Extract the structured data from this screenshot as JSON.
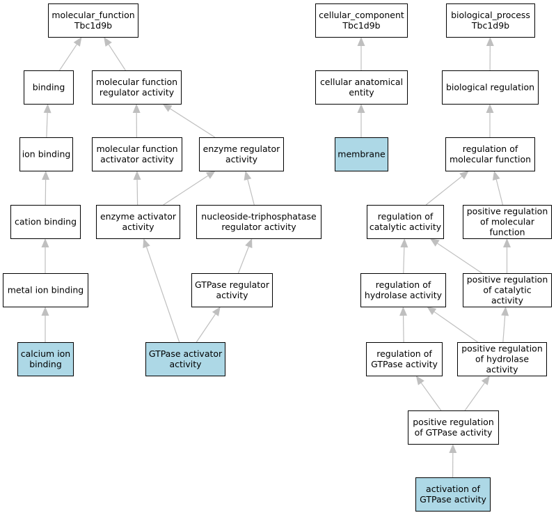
{
  "colors": {
    "highlight": "#add8e6",
    "normal": "#ffffff",
    "edge": "#bfbfbf",
    "border": "#000000"
  },
  "nodes": [
    {
      "id": "mf-root",
      "lines": [
        "molecular_function",
        "Tbc1d9b"
      ],
      "highlight": false
    },
    {
      "id": "binding",
      "lines": [
        "binding"
      ],
      "highlight": false
    },
    {
      "id": "mf-regulator",
      "lines": [
        "molecular function",
        "regulator activity"
      ],
      "highlight": false
    },
    {
      "id": "ion-binding",
      "lines": [
        "ion binding"
      ],
      "highlight": false
    },
    {
      "id": "mf-activator",
      "lines": [
        "molecular function",
        "activator activity"
      ],
      "highlight": false
    },
    {
      "id": "enzyme-regulator",
      "lines": [
        "enzyme regulator",
        "activity"
      ],
      "highlight": false
    },
    {
      "id": "cation-binding",
      "lines": [
        "cation binding"
      ],
      "highlight": false
    },
    {
      "id": "enzyme-activator",
      "lines": [
        "enzyme activator",
        "activity"
      ],
      "highlight": false
    },
    {
      "id": "ntpase-regulator",
      "lines": [
        "nucleoside-triphosphatase",
        "regulator activity"
      ],
      "highlight": false
    },
    {
      "id": "metal-ion-binding",
      "lines": [
        "metal ion binding"
      ],
      "highlight": false
    },
    {
      "id": "gtpase-regulator",
      "lines": [
        "GTPase regulator",
        "activity"
      ],
      "highlight": false
    },
    {
      "id": "calcium-ion-binding",
      "lines": [
        "calcium ion",
        "binding"
      ],
      "highlight": true
    },
    {
      "id": "gtpase-activator",
      "lines": [
        "GTPase activator",
        "activity"
      ],
      "highlight": true
    },
    {
      "id": "cc-root",
      "lines": [
        "cellular_component",
        "Tbc1d9b"
      ],
      "highlight": false
    },
    {
      "id": "cellular-anatomical-entity",
      "lines": [
        "cellular anatomical",
        "entity"
      ],
      "highlight": false
    },
    {
      "id": "membrane",
      "lines": [
        "membrane"
      ],
      "highlight": true
    },
    {
      "id": "bp-root",
      "lines": [
        "biological_process",
        "Tbc1d9b"
      ],
      "highlight": false
    },
    {
      "id": "biological-regulation",
      "lines": [
        "biological regulation"
      ],
      "highlight": false
    },
    {
      "id": "reg-molecular-function",
      "lines": [
        "regulation of",
        "molecular function"
      ],
      "highlight": false
    },
    {
      "id": "reg-catalytic",
      "lines": [
        "regulation of",
        "catalytic activity"
      ],
      "highlight": false
    },
    {
      "id": "pos-reg-molecular-function",
      "lines": [
        "positive regulation",
        "of molecular",
        "function"
      ],
      "highlight": false
    },
    {
      "id": "reg-hydrolase",
      "lines": [
        "regulation of",
        "hydrolase activity"
      ],
      "highlight": false
    },
    {
      "id": "pos-reg-catalytic",
      "lines": [
        "positive regulation",
        "of catalytic",
        "activity"
      ],
      "highlight": false
    },
    {
      "id": "reg-gtpase",
      "lines": [
        "regulation of",
        "GTPase activity"
      ],
      "highlight": false
    },
    {
      "id": "pos-reg-hydrolase",
      "lines": [
        "positive regulation",
        "of hydrolase",
        "activity"
      ],
      "highlight": false
    },
    {
      "id": "pos-reg-gtpase",
      "lines": [
        "positive regulation",
        "of GTPase activity"
      ],
      "highlight": false
    },
    {
      "id": "activation-gtpase",
      "lines": [
        "activation of",
        "GTPase activity"
      ],
      "highlight": true
    }
  ],
  "edges": [
    {
      "from": "binding",
      "to": "mf-root"
    },
    {
      "from": "mf-regulator",
      "to": "mf-root"
    },
    {
      "from": "ion-binding",
      "to": "binding"
    },
    {
      "from": "mf-activator",
      "to": "mf-regulator"
    },
    {
      "from": "enzyme-regulator",
      "to": "mf-regulator"
    },
    {
      "from": "cation-binding",
      "to": "ion-binding"
    },
    {
      "from": "enzyme-activator",
      "to": "mf-activator"
    },
    {
      "from": "enzyme-activator",
      "to": "enzyme-regulator"
    },
    {
      "from": "ntpase-regulator",
      "to": "enzyme-regulator"
    },
    {
      "from": "metal-ion-binding",
      "to": "cation-binding"
    },
    {
      "from": "gtpase-regulator",
      "to": "ntpase-regulator"
    },
    {
      "from": "calcium-ion-binding",
      "to": "metal-ion-binding"
    },
    {
      "from": "gtpase-activator",
      "to": "enzyme-activator"
    },
    {
      "from": "gtpase-activator",
      "to": "gtpase-regulator"
    },
    {
      "from": "cellular-anatomical-entity",
      "to": "cc-root"
    },
    {
      "from": "membrane",
      "to": "cellular-anatomical-entity"
    },
    {
      "from": "biological-regulation",
      "to": "bp-root"
    },
    {
      "from": "reg-molecular-function",
      "to": "biological-regulation"
    },
    {
      "from": "reg-catalytic",
      "to": "reg-molecular-function"
    },
    {
      "from": "pos-reg-molecular-function",
      "to": "reg-molecular-function"
    },
    {
      "from": "reg-hydrolase",
      "to": "reg-catalytic"
    },
    {
      "from": "pos-reg-catalytic",
      "to": "reg-catalytic"
    },
    {
      "from": "pos-reg-catalytic",
      "to": "pos-reg-molecular-function"
    },
    {
      "from": "reg-gtpase",
      "to": "reg-hydrolase"
    },
    {
      "from": "pos-reg-hydrolase",
      "to": "reg-hydrolase"
    },
    {
      "from": "pos-reg-hydrolase",
      "to": "pos-reg-catalytic"
    },
    {
      "from": "pos-reg-gtpase",
      "to": "reg-gtpase"
    },
    {
      "from": "pos-reg-gtpase",
      "to": "pos-reg-hydrolase"
    },
    {
      "from": "activation-gtpase",
      "to": "pos-reg-gtpase"
    }
  ]
}
